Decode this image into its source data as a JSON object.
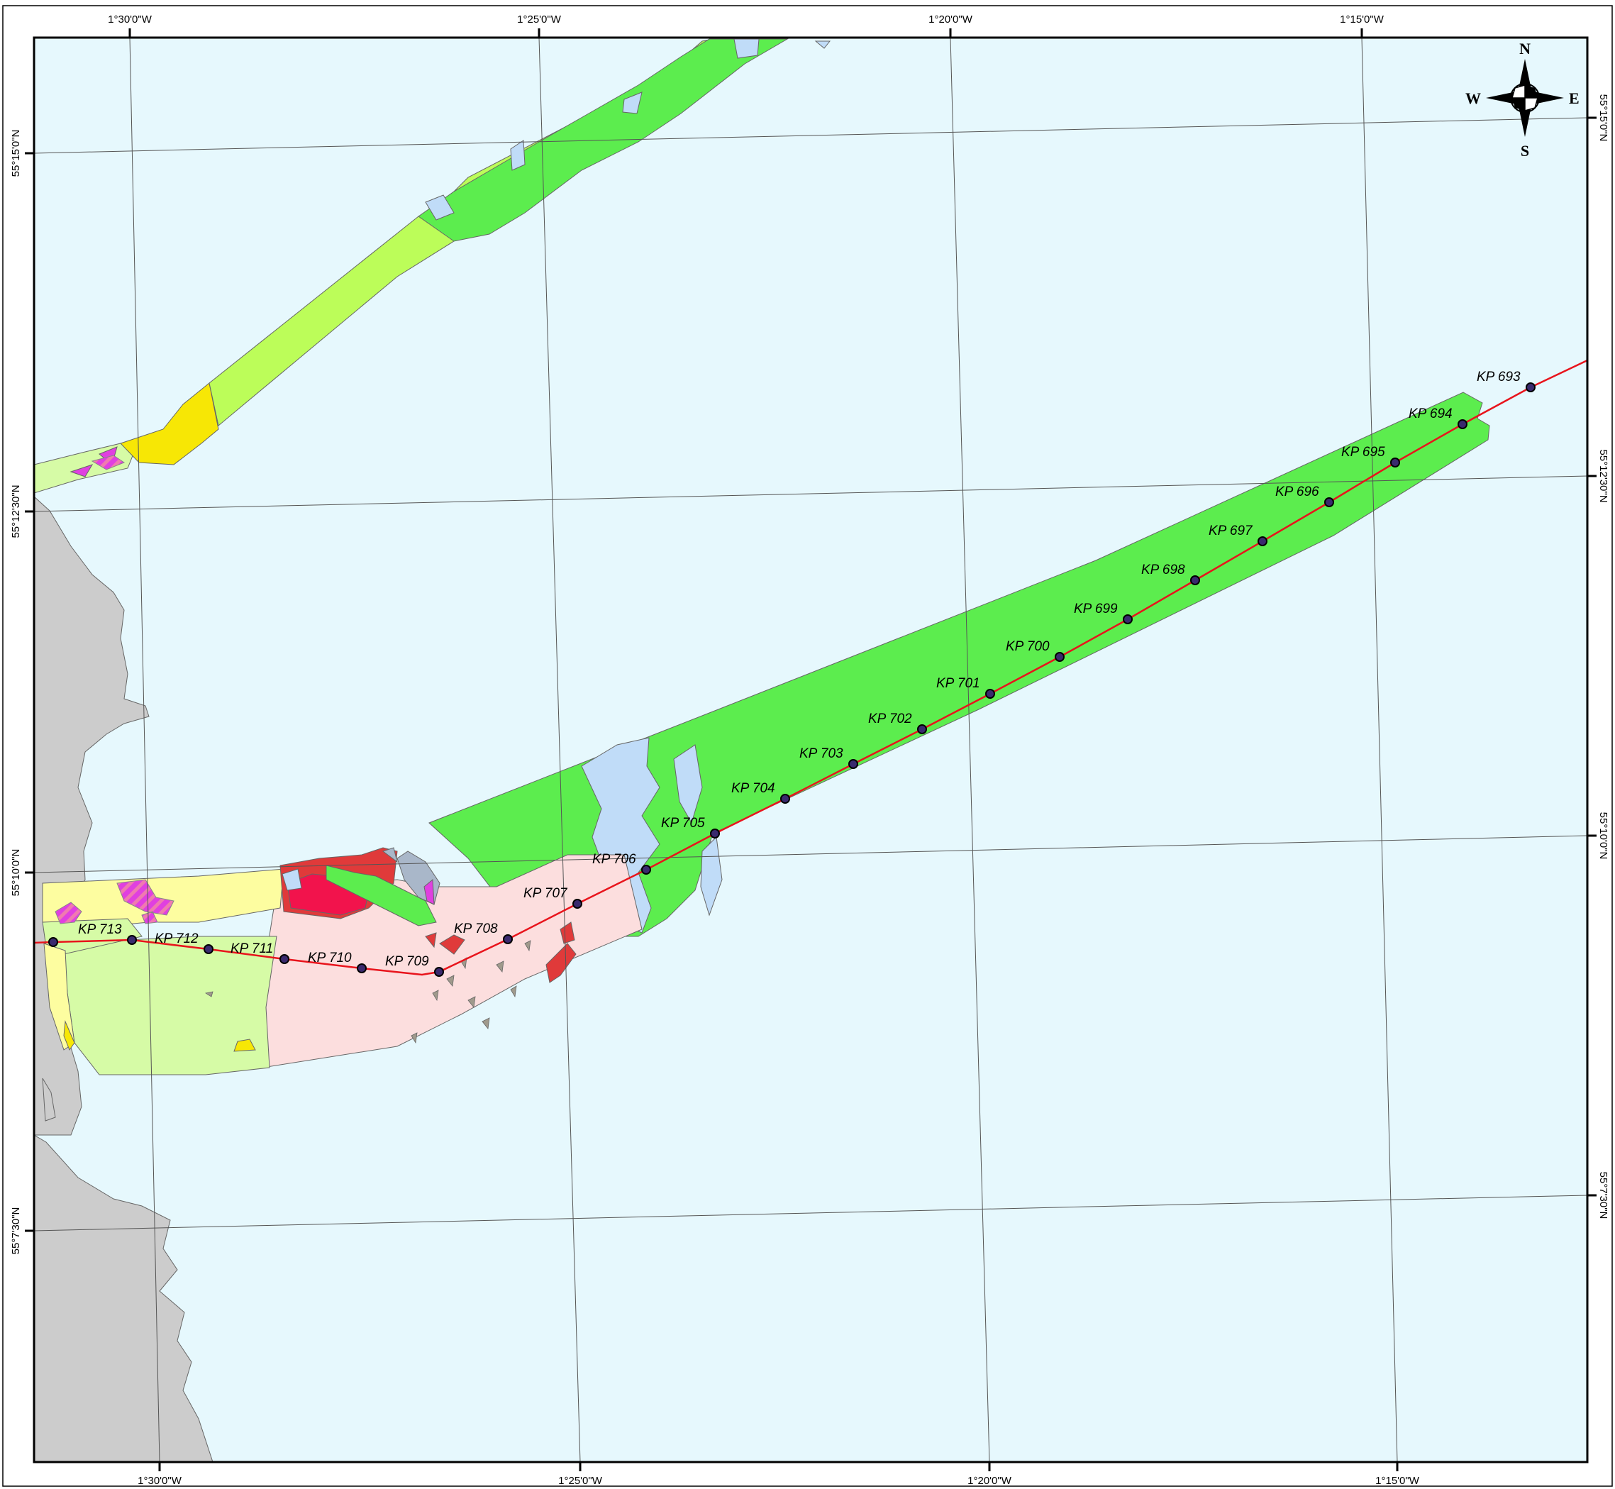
{
  "map": {
    "graticule": {
      "top": [
        "1°30'0\"W",
        "1°25'0\"W",
        "1°20'0\"W",
        "1°15'0\"W"
      ],
      "bottom": [
        "1°30'0\"W",
        "1°25'0\"W",
        "1°20'0\"W",
        "1°15'0\"W"
      ],
      "left": [
        "55°15'0\"N",
        "55°12'30\"N",
        "55°10'0\"N",
        "55°7'30\"N"
      ],
      "right": [
        "55°15'0\"N",
        "55°12'30\"N",
        "55°10'0\"N",
        "55°7'30\"N"
      ]
    },
    "compass": {
      "north": "N",
      "south": "S",
      "east": "E",
      "west": "W"
    },
    "route": {
      "color": "#e8141c",
      "kp_labels": [
        "KP 693",
        "KP 694",
        "KP 695",
        "KP 696",
        "KP 697",
        "KP 698",
        "KP 699",
        "KP 700",
        "KP 701",
        "KP 702",
        "KP 703",
        "KP 704",
        "KP 705",
        "KP 706",
        "KP 707",
        "KP 708",
        "KP 709",
        "KP 710",
        "KP 711",
        "KP 712",
        "KP 713"
      ]
    },
    "colors": {
      "sea": "#e6f8fd",
      "land": "#cccccc",
      "habitat_green": "#5ced4e",
      "habitat_lime": "#bcfd59",
      "habitat_pale_green": "#d6fba6",
      "habitat_pale_yellow": "#fdfda0",
      "habitat_yellow": "#f7e705",
      "habitat_light_blue": "#c0dcf8",
      "habitat_pink": "#fcdede",
      "habitat_red": "#e03a3a",
      "habitat_crimson": "#f2134c",
      "habitat_magenta": "#e040e0",
      "habitat_grey_brown": "#a09a8c"
    }
  }
}
